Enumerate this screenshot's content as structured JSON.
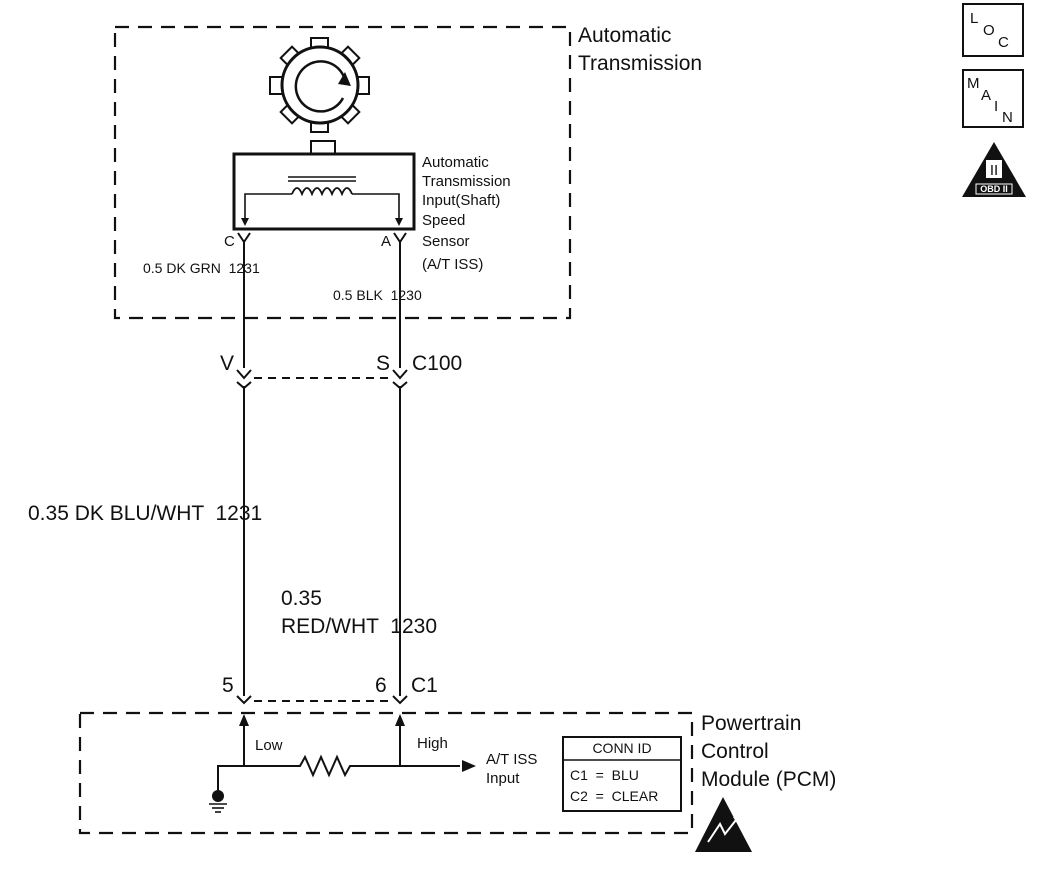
{
  "transmission": {
    "title_line1": "Automatic",
    "title_line2": "Transmission"
  },
  "sensor": {
    "label_lines": [
      "Automatic",
      "Transmission",
      "Input(Shaft)",
      "Speed",
      "Sensor",
      "(A/T ISS)"
    ],
    "pin_c": "C",
    "pin_a": "A"
  },
  "wires": {
    "inner_left": "0.5 DK GRN  1231",
    "inner_right": "0.5 BLK  1230",
    "outer_left": "0.35 DK BLU/WHT  1231",
    "outer_right_line1": "0.35",
    "outer_right_line2": "RED/WHT  1230"
  },
  "connector_c100": {
    "pin_left": "V",
    "pin_right": "S",
    "name": "C100"
  },
  "connector_c1": {
    "pin_left": "5",
    "pin_right": "6",
    "name": "C1"
  },
  "pcm": {
    "title_lines": [
      "Powertrain",
      "Control",
      "Module (PCM)"
    ],
    "low_label": "Low",
    "high_label": "High",
    "output_line1": "A/T ISS",
    "output_line2": "Input",
    "conn_id_header": "CONN ID",
    "conn_id_rows": [
      "C1  =  BLU",
      "C2  =  CLEAR"
    ]
  },
  "badges": {
    "loc": {
      "l": "L",
      "o": "O",
      "c": "C"
    },
    "main": {
      "m": "M",
      "a": "A",
      "i": "I",
      "n": "N"
    },
    "obd": {
      "numeral": "II",
      "caption": "OBD II"
    }
  }
}
